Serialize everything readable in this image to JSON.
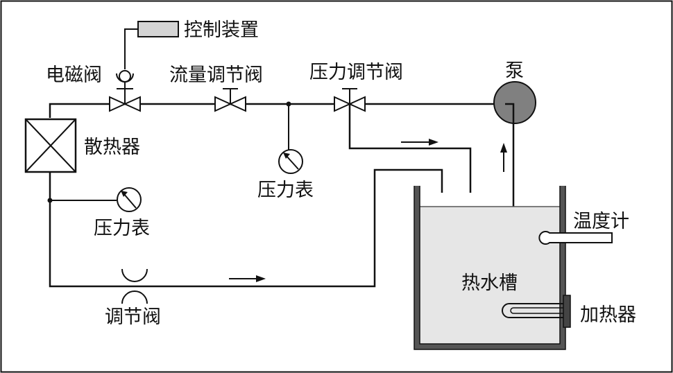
{
  "labels": {
    "controller": "控制装置",
    "solenoid_valve": "电磁阀",
    "flow_valve": "流量调节阀",
    "pressure_valve": "压力调节阀",
    "pump": "泵",
    "radiator": "散热器",
    "gauge_top": "压力表",
    "gauge_left": "压力表",
    "thermometer": "温度计",
    "tank": "热水槽",
    "heater": "加热器",
    "throttle_valve": "调节阀"
  },
  "colors": {
    "line": "#111111",
    "tank_fill": "#e6e6e6",
    "tank_wall": "#555555",
    "pump_fill": "#808080",
    "controller_fill": "#d4d4d4",
    "heater_block": "#444444"
  }
}
